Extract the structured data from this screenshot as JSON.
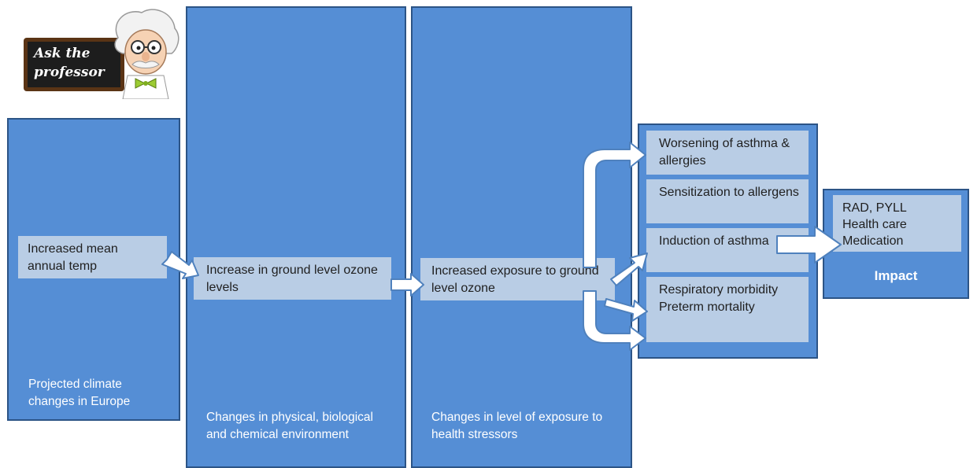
{
  "logo": {
    "line1": "Ask the",
    "line2": "professor"
  },
  "column1": {
    "box_text": "Increased mean annual temp",
    "caption": "Projected climate changes in Europe"
  },
  "column2": {
    "box_text": "Increase in ground level ozone levels",
    "caption": "Changes in physical, biological and chemical environment"
  },
  "column3": {
    "box_text": "Increased exposure to ground level ozone",
    "caption": "Changes in level of exposure to health stressors"
  },
  "outcomes": [
    "Worsening of asthma & allergies",
    "Sensitization to allergens",
    "Induction of asthma",
    "Respiratory morbidity Preterm mortality"
  ],
  "impact": {
    "box_line1": "RAD, PYLL",
    "box_line2": "Health care",
    "box_line3": "Medication",
    "label": "Impact"
  },
  "colors": {
    "column_fill": "#558ED5",
    "column_border": "#2C5486",
    "box_fill": "#B9CDE5",
    "arrow_fill": "#FFFFFF"
  }
}
